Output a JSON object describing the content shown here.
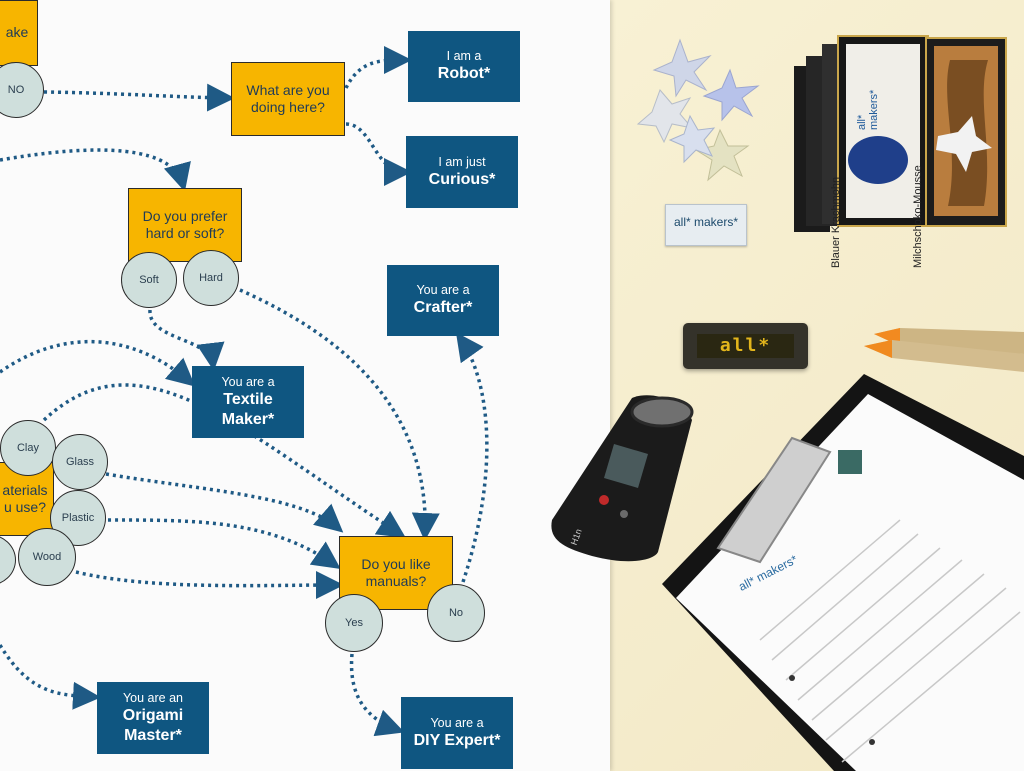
{
  "poster": {
    "nodes": {
      "top_left_q": "ake",
      "top_no": "NO",
      "what_doing": "What are you\ndoing here?",
      "robot_small": "I am a",
      "robot_big": "Robot*",
      "curious_small": "I am just",
      "curious_big": "Curious*",
      "hard_soft": "Do you prefer\nhard or soft?",
      "soft": "Soft",
      "hard": "Hard",
      "crafter_small": "You are a",
      "crafter_big": "Crafter*",
      "textile_small": "You are a",
      "textile_big": "Textile\nMaker*",
      "materials_q": "aterials\nu use?",
      "clay": "Clay",
      "glass": "Glass",
      "plastic": "Plastic",
      "wood": "Wood",
      "manuals_q": "Do you like\nmanuals?",
      "yes": "Yes",
      "no": "No",
      "origami_small": "You are an",
      "origami_big": "Origami\nMaster*",
      "diy_small": "You are a",
      "diy_big": "DIY Expert*"
    }
  },
  "desk": {
    "led_badge": "all*",
    "sticker_logo": "all* makers*",
    "clipboard_logo": "all* makers*",
    "chocolate_left": "Blauer Krachmohn",
    "chocolate_right": "Milchschoko-Mousse",
    "chocolate_label": "all* makers*",
    "recorder_label": "H1n"
  },
  "colors": {
    "question_box": "#f7b500",
    "result_box": "#0f5681",
    "answer_circle": "#cfdfdc",
    "arrow": "#1f5a85",
    "poster_bg": "#fbfbfb",
    "table_bg": "#f4ebca"
  }
}
